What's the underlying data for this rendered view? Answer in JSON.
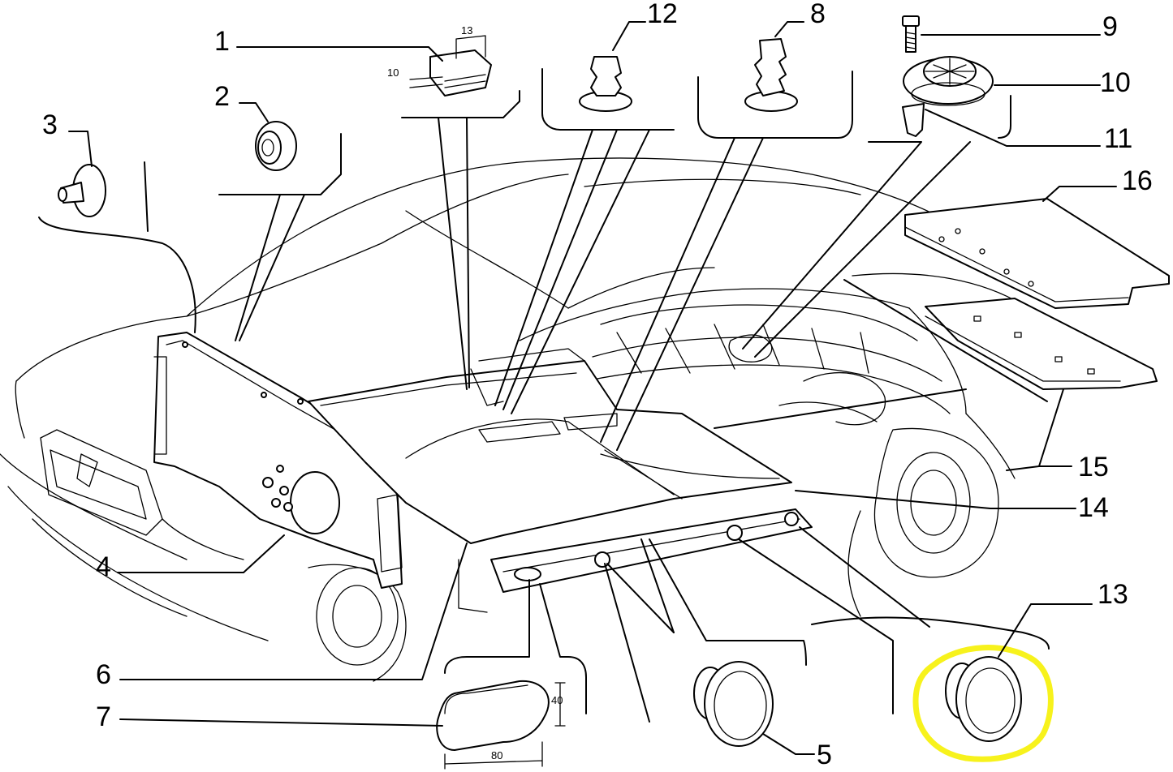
{
  "diagram": {
    "callouts": [
      {
        "id": "1",
        "text": "1"
      },
      {
        "id": "2",
        "text": "2"
      },
      {
        "id": "3",
        "text": "3"
      },
      {
        "id": "4",
        "text": "4"
      },
      {
        "id": "5",
        "text": "5"
      },
      {
        "id": "6",
        "text": "6"
      },
      {
        "id": "7",
        "text": "7"
      },
      {
        "id": "8",
        "text": "8"
      },
      {
        "id": "9",
        "text": "9"
      },
      {
        "id": "10",
        "text": "10"
      },
      {
        "id": "11",
        "text": "11"
      },
      {
        "id": "12",
        "text": "12"
      },
      {
        "id": "13",
        "text": "13"
      },
      {
        "id": "14",
        "text": "14"
      },
      {
        "id": "15",
        "text": "15"
      },
      {
        "id": "16",
        "text": "16"
      }
    ],
    "dimensions": {
      "clip_width": "13",
      "clip_depth": "10",
      "plug_height": "40",
      "plug_width": "80"
    },
    "highlight": {
      "part": "13",
      "color": "#f7f21c"
    }
  }
}
